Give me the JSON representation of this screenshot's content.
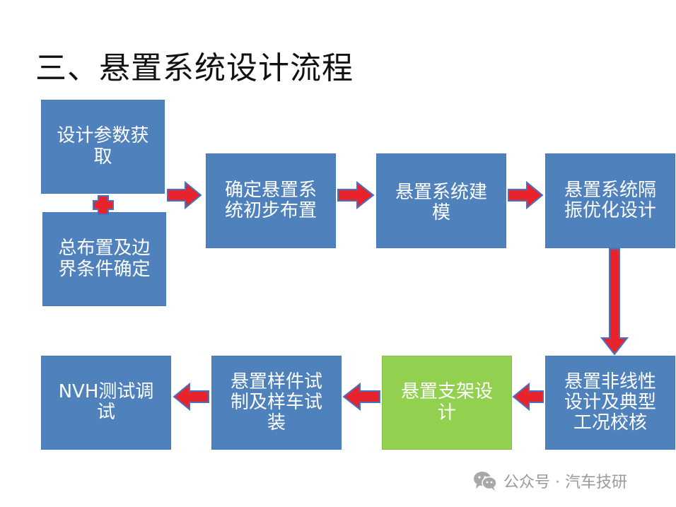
{
  "title": "三、悬置系统设计流程",
  "boxes": {
    "params": "设计参数获取",
    "layout": "总布置及边界条件确定",
    "initial": "确定悬置系统初步布置",
    "modeling": "悬置系统建模",
    "optimize": "悬置系统隔振优化设计",
    "nonlinear": "悬置非线性设计及典型工况校核",
    "bracket": "悬置支架设计",
    "sample": "悬置样件试制及样车试装",
    "nvh": "NVH测试调试"
  },
  "footer": {
    "icon": "wechat-icon",
    "text": "公众号 · 汽车技研"
  },
  "colors": {
    "box_blue": "#4f81bd",
    "box_green": "#92d050",
    "arrow_fill": "#e8232b",
    "arrow_stroke": "#4472c4"
  }
}
